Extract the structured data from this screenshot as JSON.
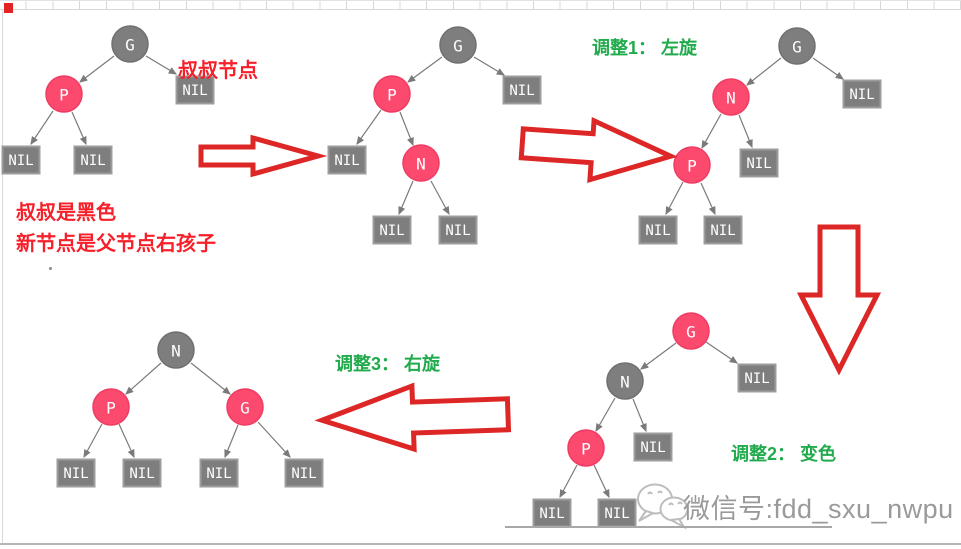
{
  "annotations": {
    "uncle_pointer": "叔叔节点",
    "case_line1": "叔叔是黑色",
    "case_line2": "新节点是父节点右孩子",
    "step1": "调整1： 左旋",
    "step2": "调整2： 变色",
    "step3": "调整3： 右旋"
  },
  "watermark": {
    "text": "微信号:fdd_sxu_nwpu",
    "icon": "wechat-bubbles-icon"
  },
  "colors": {
    "red_node": "#fb4a6e",
    "black_node": "#7e7e7e",
    "nil_box": "#7e7e7e",
    "edge_gray": "#7a7a7a",
    "arrow_red": "#dd2626",
    "annotation_red": "#f6202a",
    "annotation_green": "#22ab4d",
    "watermark_gray": "#9a9a9a"
  },
  "trees": [
    {
      "name": "initial-uncle-black",
      "nodes": [
        {
          "label": "G",
          "type": "circle",
          "color": "black"
        },
        {
          "label": "P",
          "type": "circle",
          "color": "red"
        },
        {
          "label": "NIL",
          "type": "box"
        },
        {
          "label": "NIL",
          "type": "box"
        },
        {
          "label": "NIL",
          "type": "box"
        }
      ]
    },
    {
      "name": "new-node-right-child",
      "nodes": [
        {
          "label": "G",
          "type": "circle",
          "color": "black"
        },
        {
          "label": "P",
          "type": "circle",
          "color": "red"
        },
        {
          "label": "NIL",
          "type": "box"
        },
        {
          "label": "NIL",
          "type": "box"
        },
        {
          "label": "N",
          "type": "circle",
          "color": "red"
        },
        {
          "label": "NIL",
          "type": "box"
        },
        {
          "label": "NIL",
          "type": "box"
        }
      ]
    },
    {
      "name": "after-left-rotation",
      "nodes": [
        {
          "label": "G",
          "type": "circle",
          "color": "black"
        },
        {
          "label": "N",
          "type": "circle",
          "color": "red"
        },
        {
          "label": "NIL",
          "type": "box"
        },
        {
          "label": "P",
          "type": "circle",
          "color": "red"
        },
        {
          "label": "NIL",
          "type": "box"
        },
        {
          "label": "NIL",
          "type": "box"
        },
        {
          "label": "NIL",
          "type": "box"
        }
      ]
    },
    {
      "name": "after-recolor",
      "nodes": [
        {
          "label": "G",
          "type": "circle",
          "color": "red"
        },
        {
          "label": "N",
          "type": "circle",
          "color": "black"
        },
        {
          "label": "NIL",
          "type": "box"
        },
        {
          "label": "P",
          "type": "circle",
          "color": "red"
        },
        {
          "label": "NIL",
          "type": "box"
        },
        {
          "label": "NIL",
          "type": "box"
        },
        {
          "label": "NIL",
          "type": "box"
        }
      ]
    },
    {
      "name": "after-right-rotation",
      "nodes": [
        {
          "label": "N",
          "type": "circle",
          "color": "black"
        },
        {
          "label": "P",
          "type": "circle",
          "color": "red"
        },
        {
          "label": "G",
          "type": "circle",
          "color": "red"
        },
        {
          "label": "NIL",
          "type": "box"
        },
        {
          "label": "NIL",
          "type": "box"
        },
        {
          "label": "NIL",
          "type": "box"
        },
        {
          "label": "NIL",
          "type": "box"
        }
      ]
    }
  ],
  "arrows": [
    {
      "name": "step-arrow-1",
      "direction": "right"
    },
    {
      "name": "step-arrow-2",
      "direction": "right"
    },
    {
      "name": "step-arrow-3",
      "direction": "down"
    },
    {
      "name": "step-arrow-4",
      "direction": "left"
    }
  ]
}
